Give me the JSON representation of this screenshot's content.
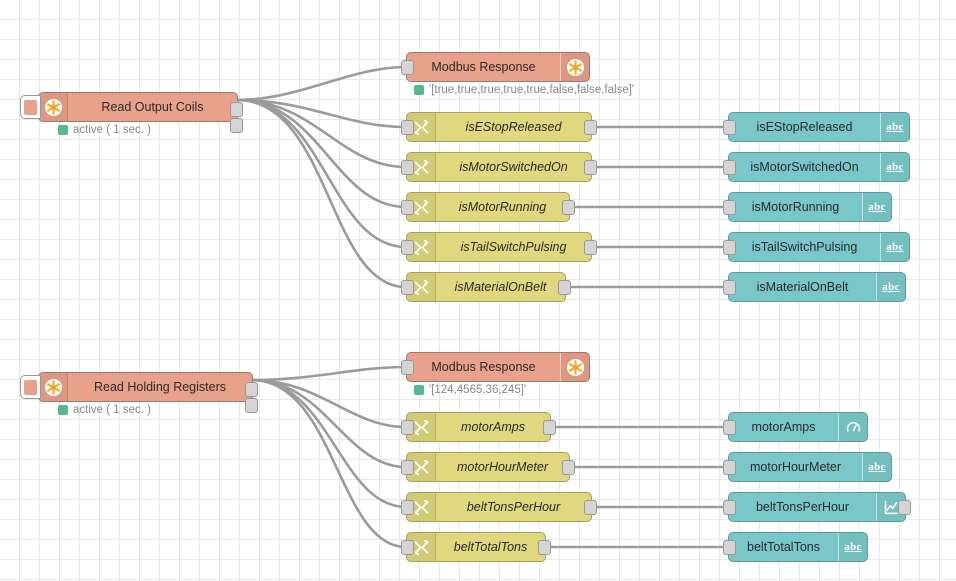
{
  "app": {
    "name": "node-red-flow-editor",
    "canvas_background": "#ffffff",
    "grid_color": "#e8e8e8"
  },
  "colors": {
    "inject_node": "#e8a18a",
    "change_node": "#dfd87e",
    "dashboard_node": "#79c7c8",
    "wire": "#9b9b9b",
    "status_ok": "#53b88a"
  },
  "flows": [
    {
      "id": "coils",
      "trigger": {
        "label": "Read Output Coils",
        "icon": "modbus-asterisk-icon",
        "status": "active ( 1 sec. )"
      },
      "response": {
        "label": "Modbus Response",
        "icon": "modbus-asterisk-icon",
        "status": "'[true,true,true,true,true,false,false,false]'"
      },
      "items": [
        {
          "change_label": "isEStopReleased",
          "sink_label": "isEStopReleased",
          "sink_icon": "abc-text-icon"
        },
        {
          "change_label": "isMotorSwitchedOn",
          "sink_label": "isMotorSwitchedOn",
          "sink_icon": "abc-text-icon"
        },
        {
          "change_label": "isMotorRunning",
          "sink_label": "isMotorRunning",
          "sink_icon": "abc-text-icon"
        },
        {
          "change_label": "isTailSwitchPulsing",
          "sink_label": "isTailSwitchPulsing",
          "sink_icon": "abc-text-icon"
        },
        {
          "change_label": "isMaterialOnBelt",
          "sink_label": "isMaterialOnBelt",
          "sink_icon": "abc-text-icon"
        }
      ]
    },
    {
      "id": "registers",
      "trigger": {
        "label": "Read Holding Registers",
        "icon": "modbus-asterisk-icon",
        "status": "active ( 1 sec. )"
      },
      "response": {
        "label": "Modbus Response",
        "icon": "modbus-asterisk-icon",
        "status": "'[124,4565,36,245]'"
      },
      "items": [
        {
          "change_label": "motorAmps",
          "sink_label": "motorAmps",
          "sink_icon": "gauge-icon"
        },
        {
          "change_label": "motorHourMeter",
          "sink_label": "motorHourMeter",
          "sink_icon": "abc-text-icon"
        },
        {
          "change_label": "beltTonsPerHour",
          "sink_label": "beltTonsPerHour",
          "sink_icon": "chart-line-icon"
        },
        {
          "change_label": "beltTotalTons",
          "sink_label": "beltTotalTons",
          "sink_icon": "abc-text-icon"
        }
      ]
    }
  ]
}
